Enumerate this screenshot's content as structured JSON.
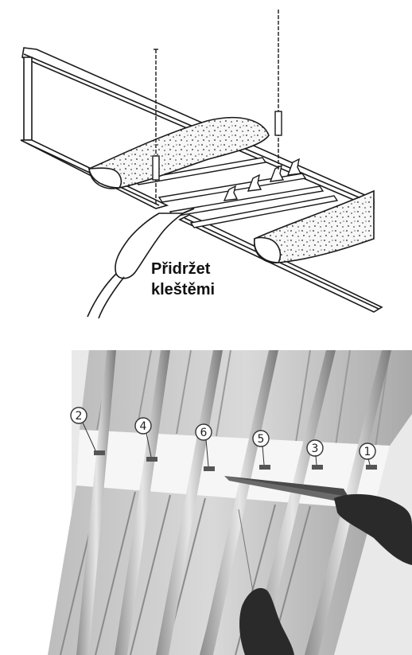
{
  "caption": {
    "line1": "Přidržet",
    "line2": "kleštěmi"
  },
  "bottom_callouts": [
    "2",
    "4",
    "6",
    "5",
    "3",
    "1"
  ],
  "colors": {
    "line": "#1a1a1a",
    "insulation_fill": "#f7f7f7",
    "photo_bg": "#d9d9d9",
    "panel_light": "#c8c8c8",
    "panel_dark": "#8f8f8f",
    "glove": "#2a2a2a"
  },
  "icons": [
    "torch-icon",
    "chain-icon",
    "glove-icon",
    "pliers-icon"
  ]
}
